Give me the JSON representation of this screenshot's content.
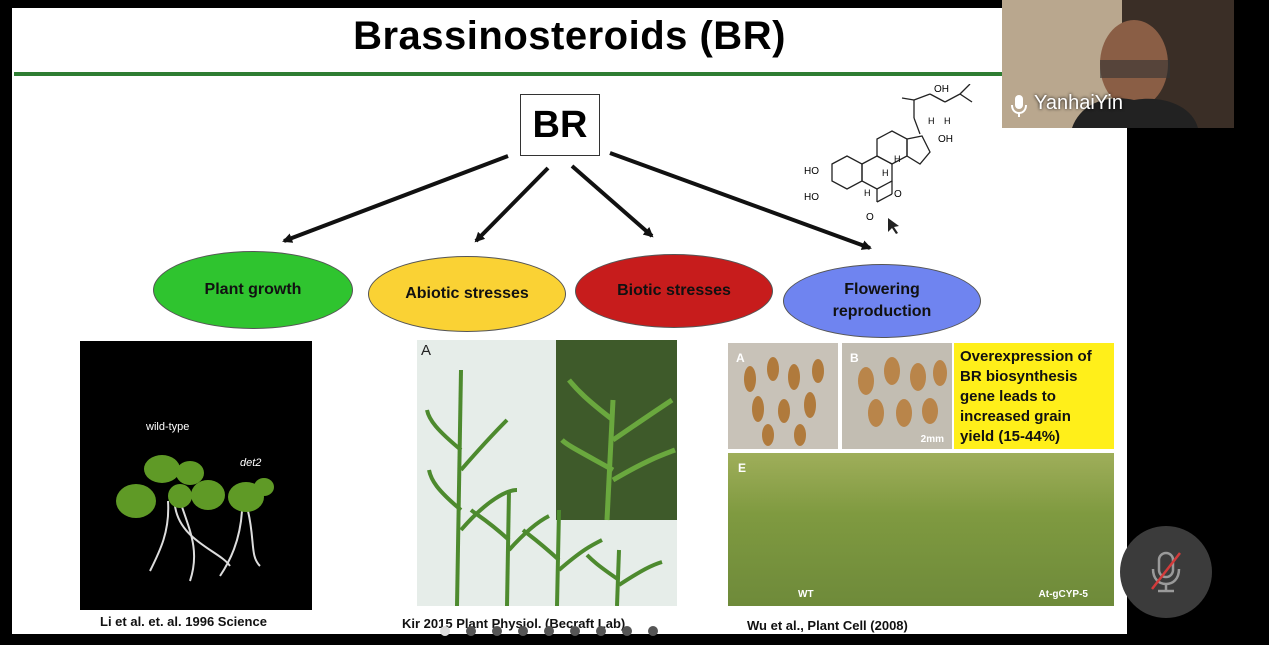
{
  "slide": {
    "title": "Brassinosteroids (BR)",
    "center_label": "BR",
    "ovals": [
      {
        "label": "Plant growth",
        "color": "#2fc42f"
      },
      {
        "label": "Abiotic stresses",
        "color": "#fad234"
      },
      {
        "label": "Biotic stresses",
        "color": "#c71c1c"
      },
      {
        "label": "Flowering reproduction",
        "color": "#6f84f0"
      }
    ],
    "molecule": {
      "oh_top_left": "OH",
      "oh_top_right": "OH",
      "h1": "H",
      "h2": "H",
      "h3": "H",
      "h4": "H",
      "h5": "H",
      "ho_1": "HO",
      "ho_2": "HO",
      "o_ring": "O",
      "o_keto": "O"
    },
    "photo1": {
      "label_wt": "wild-type",
      "label_mut": "det2"
    },
    "photo2": {
      "panel_label": "A"
    },
    "photo3": {
      "panel_a": "A",
      "panel_b": "B",
      "scale": "2mm",
      "panel_e": "E",
      "wt": "WT",
      "transgenic": "At-gCYP-5"
    },
    "yellow_box": "Overexpression of BR biosynthesis gene leads to increased grain yield (15-44%)",
    "captions": [
      "Li et al. et. al. 1996 Science",
      "Kir 2015 Plant Physiol. (Becraft Lab)",
      "Wu et al., Plant Cell (2008)"
    ]
  },
  "participant": {
    "name": "YanhaiYin",
    "mic_icon": "microphone-icon"
  },
  "controls": {
    "mute_icon": "microphone-muted-icon"
  },
  "pager": {
    "count": 9,
    "active": 0
  }
}
